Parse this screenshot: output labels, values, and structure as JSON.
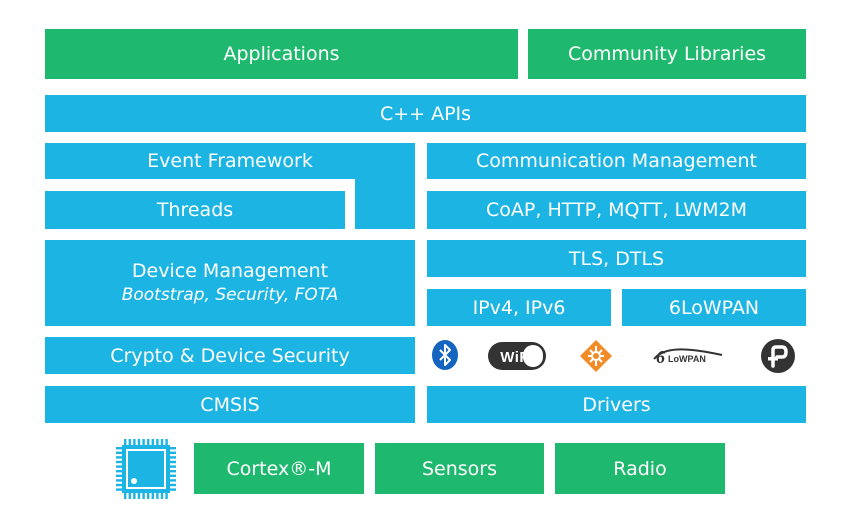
{
  "colors": {
    "green": "#1fb86f",
    "blue": "#1cb4e3",
    "white": "#ffffff",
    "dark": "#333333"
  },
  "layers": {
    "applications": "Applications",
    "community_libraries": "Community Libraries",
    "cpp_apis": "C++ APIs",
    "event_framework": "Event Framework",
    "threads": "Threads",
    "communication_management": "Communication Management",
    "protocols": "CoAP, HTTP, MQTT, LWM2M",
    "tls_dtls": "TLS, DTLS",
    "device_management": "Device Management",
    "device_management_sub": "Bootstrap, Security, FOTA",
    "ipv4_ipv6": "IPv4, IPv6",
    "sixlowpan": "6LoWPAN",
    "crypto_security": "Crypto & Device Security",
    "cmsis": "CMSIS",
    "drivers": "Drivers"
  },
  "hardware": {
    "cortex_m": "Cortex®-M",
    "sensors": "Sensors",
    "radio": "Radio"
  },
  "connectivity_icons": {
    "wifi": "WiFi",
    "lowpan_logo": "LoWPAN",
    "icons": [
      "bluetooth-icon",
      "wifi-icon",
      "thread-icon",
      "6lowpan-logo-icon",
      "cellular-iot-icon"
    ]
  }
}
